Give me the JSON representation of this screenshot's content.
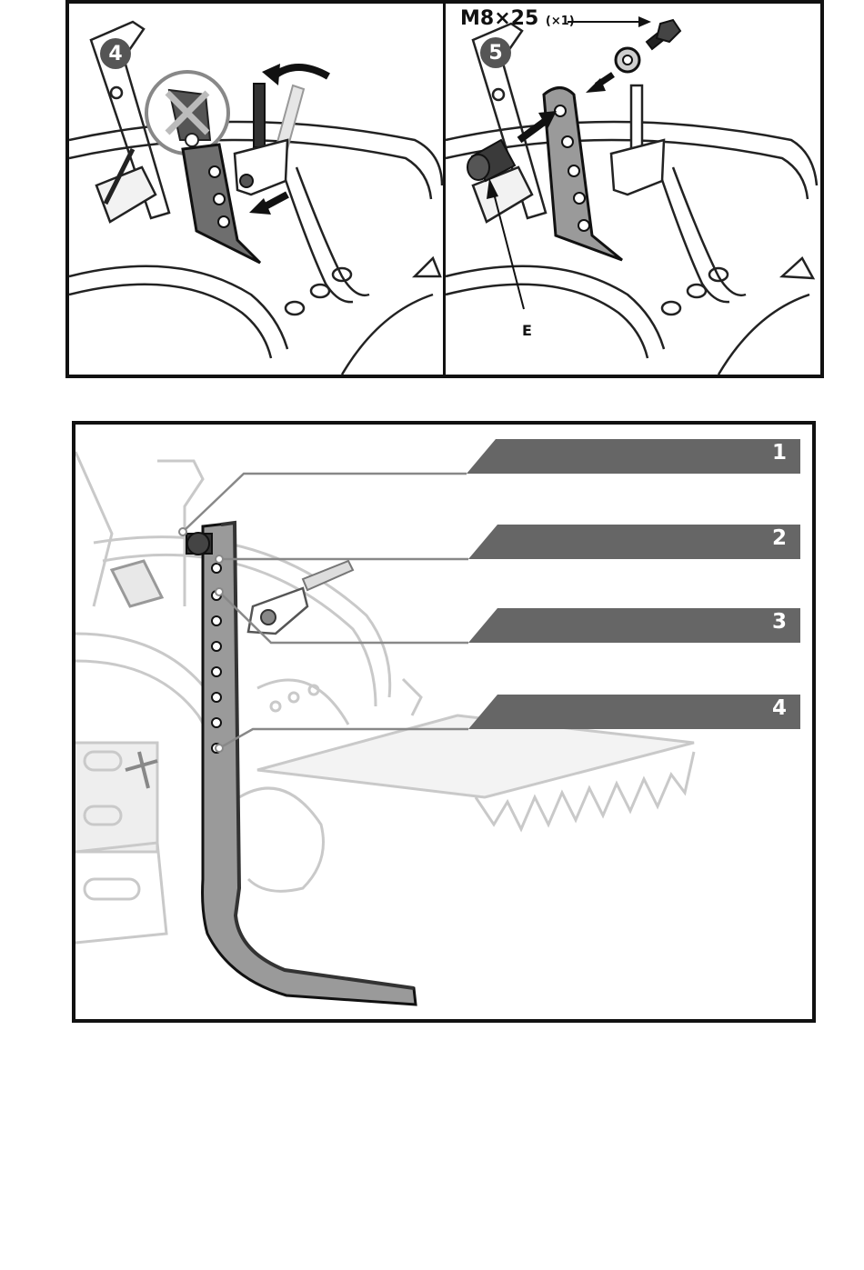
{
  "steps": [
    {
      "number": "4"
    },
    {
      "number": "5",
      "hardware_label": "M8×25",
      "hardware_qty": "(×1)",
      "part_label": "E"
    }
  ],
  "positions": [
    {
      "number": "1"
    },
    {
      "number": "2"
    },
    {
      "number": "3"
    },
    {
      "number": "4"
    }
  ],
  "colors": {
    "frame": "#111111",
    "banner": "#666666",
    "part_dark": "#3a3a3a",
    "part_mid": "#8c8c8c",
    "ghost": "#d9d9d9"
  },
  "icons": [
    "cross-out-icon",
    "arrow-icon",
    "bolt-icon",
    "washer-icon"
  ]
}
